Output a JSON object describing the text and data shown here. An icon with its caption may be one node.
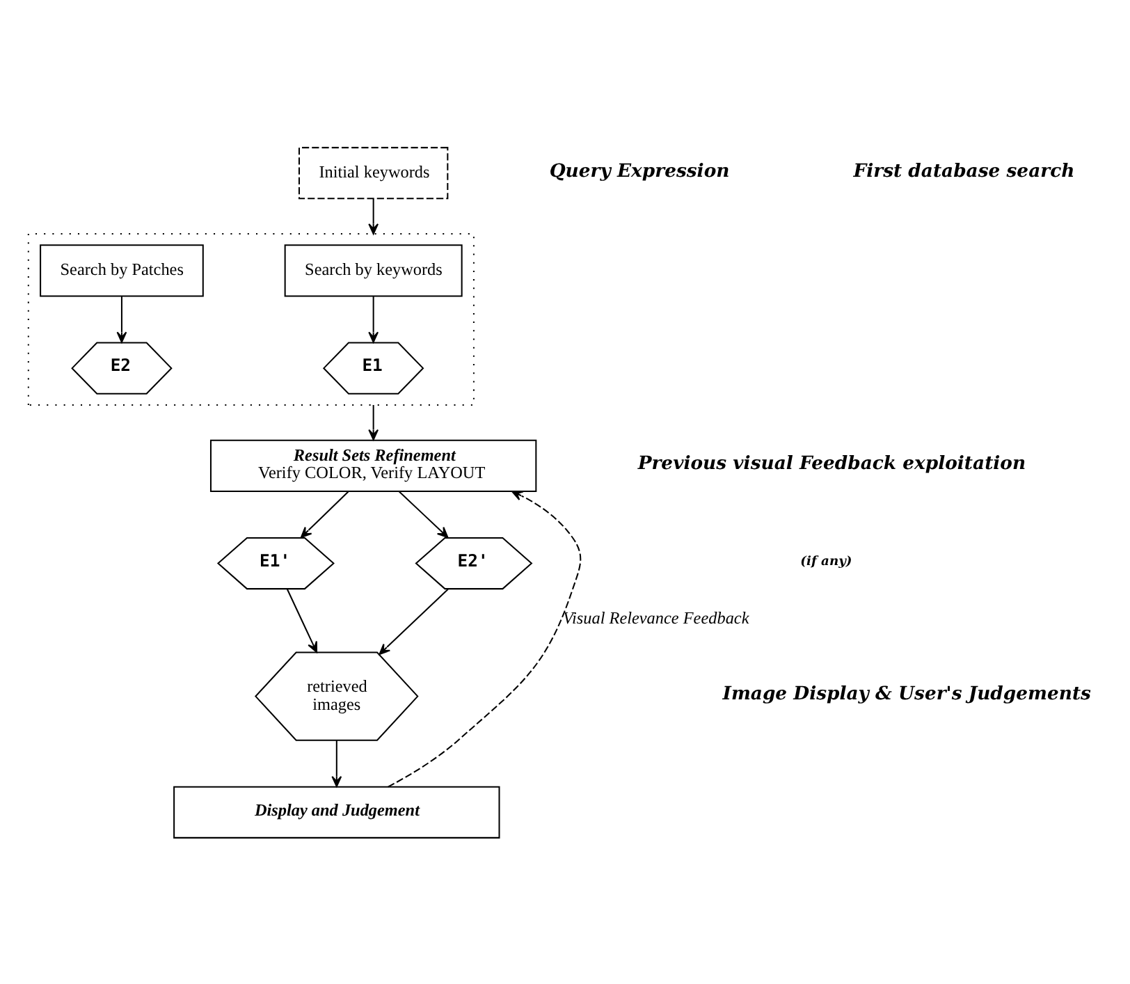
{
  "diagram": {
    "nodes": [
      {
        "text": [
          "Initial keywords"
        ]
      },
      {
        "text": [],
        "shape": "box"
      },
      {
        "text": [
          "Search by keywords"
        ],
        "in": 1
      },
      {
        "text": [
          "Search by Patches"
        ],
        "in": 1
      },
      {
        "text": [
          "E1"
        ],
        "in": 1
      },
      {
        "text": [
          "E2"
        ],
        "in": 1
      },
      {
        "text": [
          "Result Sets Refinement",
          "Verify COLOR, Verify LAYOUT"
        ]
      },
      {
        "text": [
          "E1'"
        ]
      },
      {
        "text": [
          "E2'"
        ]
      },
      {
        "text": [
          "retrieved images"
        ]
      },
      {
        "text": [
          "Display and Judgement"
        ]
      }
    ],
    "edges": [
      {
        "from": 0,
        "to": 1,
        "arrow": "to"
      },
      {
        "from": 2,
        "to": 4,
        "arrow": "to"
      },
      {
        "from": 3,
        "to": 5,
        "arrow": "to"
      },
      {
        "from": 1,
        "to": 6,
        "arrow": "to"
      },
      {
        "from": 6,
        "to": 7,
        "arrow": "to"
      },
      {
        "from": 6,
        "to": 8,
        "arrow": "to"
      },
      {
        "from": 7,
        "to": 9,
        "arrow": "to"
      },
      {
        "from": 8,
        "to": 9,
        "arrow": "to"
      },
      {
        "from": 9,
        "to": 10,
        "arrow": "to"
      },
      {
        "from": 10,
        "to": 6,
        "arrow": "to",
        "style": "dashed",
        "label": "Visual Relevance Feedback"
      }
    ],
    "labels": [
      "Query Expression",
      "First database search",
      "Previous visual Feedback exploitation",
      "(if any)",
      "Image Display & User's Judgements"
    ]
  }
}
